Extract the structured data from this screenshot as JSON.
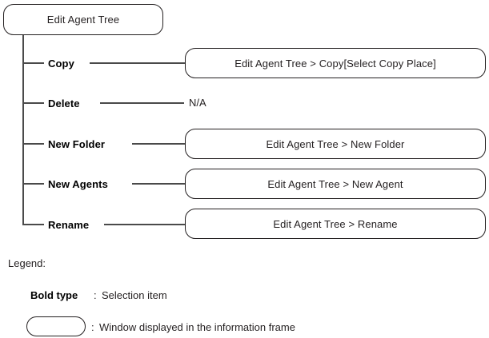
{
  "diagram": {
    "root": {
      "label": "Edit Agent Tree"
    },
    "rows": [
      {
        "menu_label": "Copy",
        "window_label": "Edit Agent Tree > Copy[Select Copy Place]",
        "has_window": true
      },
      {
        "menu_label": "Delete",
        "window_label": "N/A",
        "has_window": false
      },
      {
        "menu_label": "New Folder",
        "window_label": "Edit Agent Tree > New Folder",
        "has_window": true
      },
      {
        "menu_label": "New Agents",
        "window_label": "Edit Agent Tree > New Agent",
        "has_window": true
      },
      {
        "menu_label": "Rename",
        "window_label": "Edit Agent Tree > Rename",
        "has_window": true
      }
    ]
  },
  "legend": {
    "title": "Legend:",
    "entries": [
      {
        "sample_text": "Bold type",
        "separator": ":",
        "description": "Selection item"
      },
      {
        "sample_text": "",
        "separator": ":",
        "description": "Window displayed in the information frame"
      }
    ]
  },
  "colors": {
    "stroke": "#231f20",
    "connector": "#4a4a4a",
    "background": "#ffffff",
    "text": "#231f20"
  }
}
